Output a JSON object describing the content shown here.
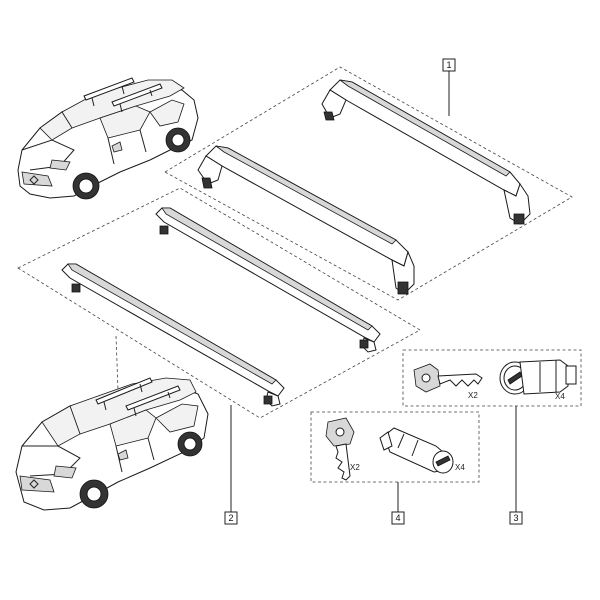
{
  "callouts": [
    {
      "id": "1",
      "label": "1"
    },
    {
      "id": "2",
      "label": "2"
    },
    {
      "id": "3",
      "label": "3"
    },
    {
      "id": "4",
      "label": "4"
    }
  ],
  "quantities": {
    "kit3_key": "X2",
    "kit3_barrel": "X4",
    "kit4_key": "X2",
    "kit4_barrel": "X4"
  },
  "colors": {
    "line": "#1a1a1a",
    "background": "#ffffff"
  },
  "icons": [
    "car-hatchback-icon",
    "car-estate-icon",
    "roof-bar-icon",
    "key-icon",
    "lock-barrel-icon"
  ]
}
